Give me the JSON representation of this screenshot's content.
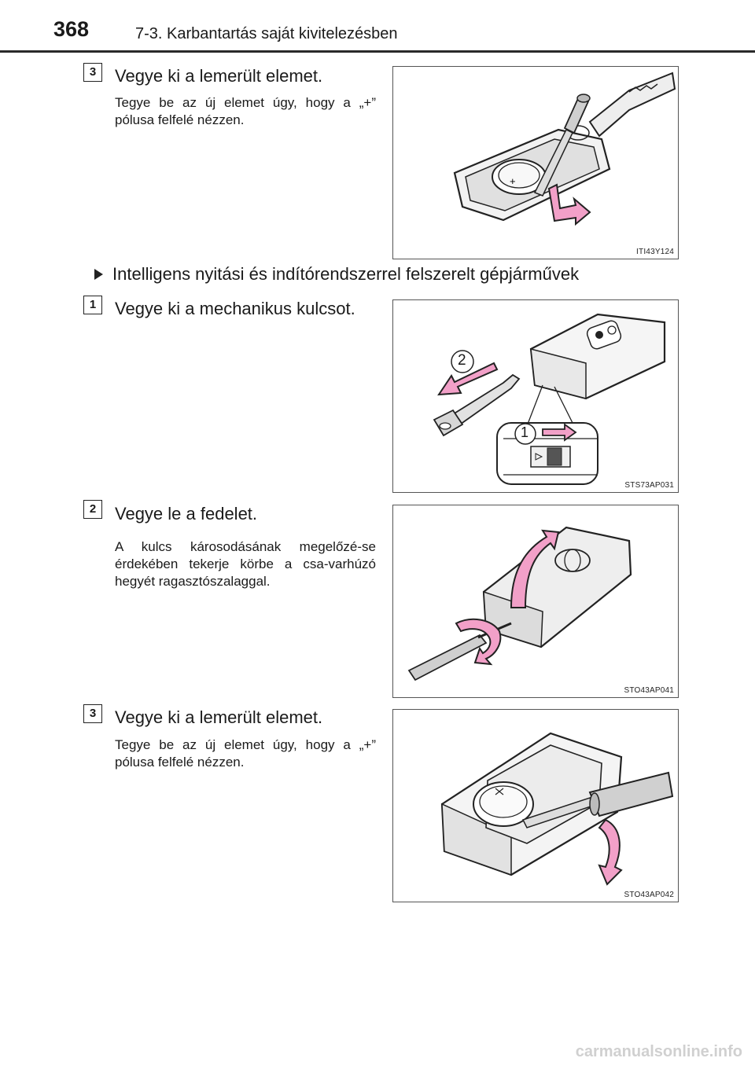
{
  "header": {
    "page_number": "368",
    "section_title": "7-3. Karbantartás saját kivitelezésben"
  },
  "steps_top": [
    {
      "number": "3",
      "title": "Vegye ki a lemerült elemet.",
      "description": "Tegye be az új elemet úgy, hogy a „+” pólusa felfelé nézzen.",
      "figure_code": "ITI43Y124"
    }
  ],
  "subheading": "Intelligens nyitási és indítórendszerrel felszerelt gépjárművek",
  "steps_smart": [
    {
      "number": "1",
      "title": "Vegye ki a mechanikus kulcsot.",
      "figure_code": "STS73AP031",
      "callouts": [
        "2",
        "1"
      ]
    },
    {
      "number": "2",
      "title": "Vegye le a fedelet.",
      "description": "A kulcs károsodásának megelőzé-se érdekében tekerje körbe a csa-varhúzó hegyét ragasztószalaggal.",
      "figure_code": "STO43AP041"
    },
    {
      "number": "3",
      "title": "Vegye ki a lemerült elemet.",
      "description": "Tegye be az új elemet úgy, hogy a „+” pólusa felfelé nézzen.",
      "figure_code": "STO43AP042"
    }
  ],
  "watermark": "carmanualsonline.info",
  "colors": {
    "arrow_pink": "#f2a0c8",
    "arrow_outline": "#222222",
    "device_fill": "#e6e6e6"
  }
}
